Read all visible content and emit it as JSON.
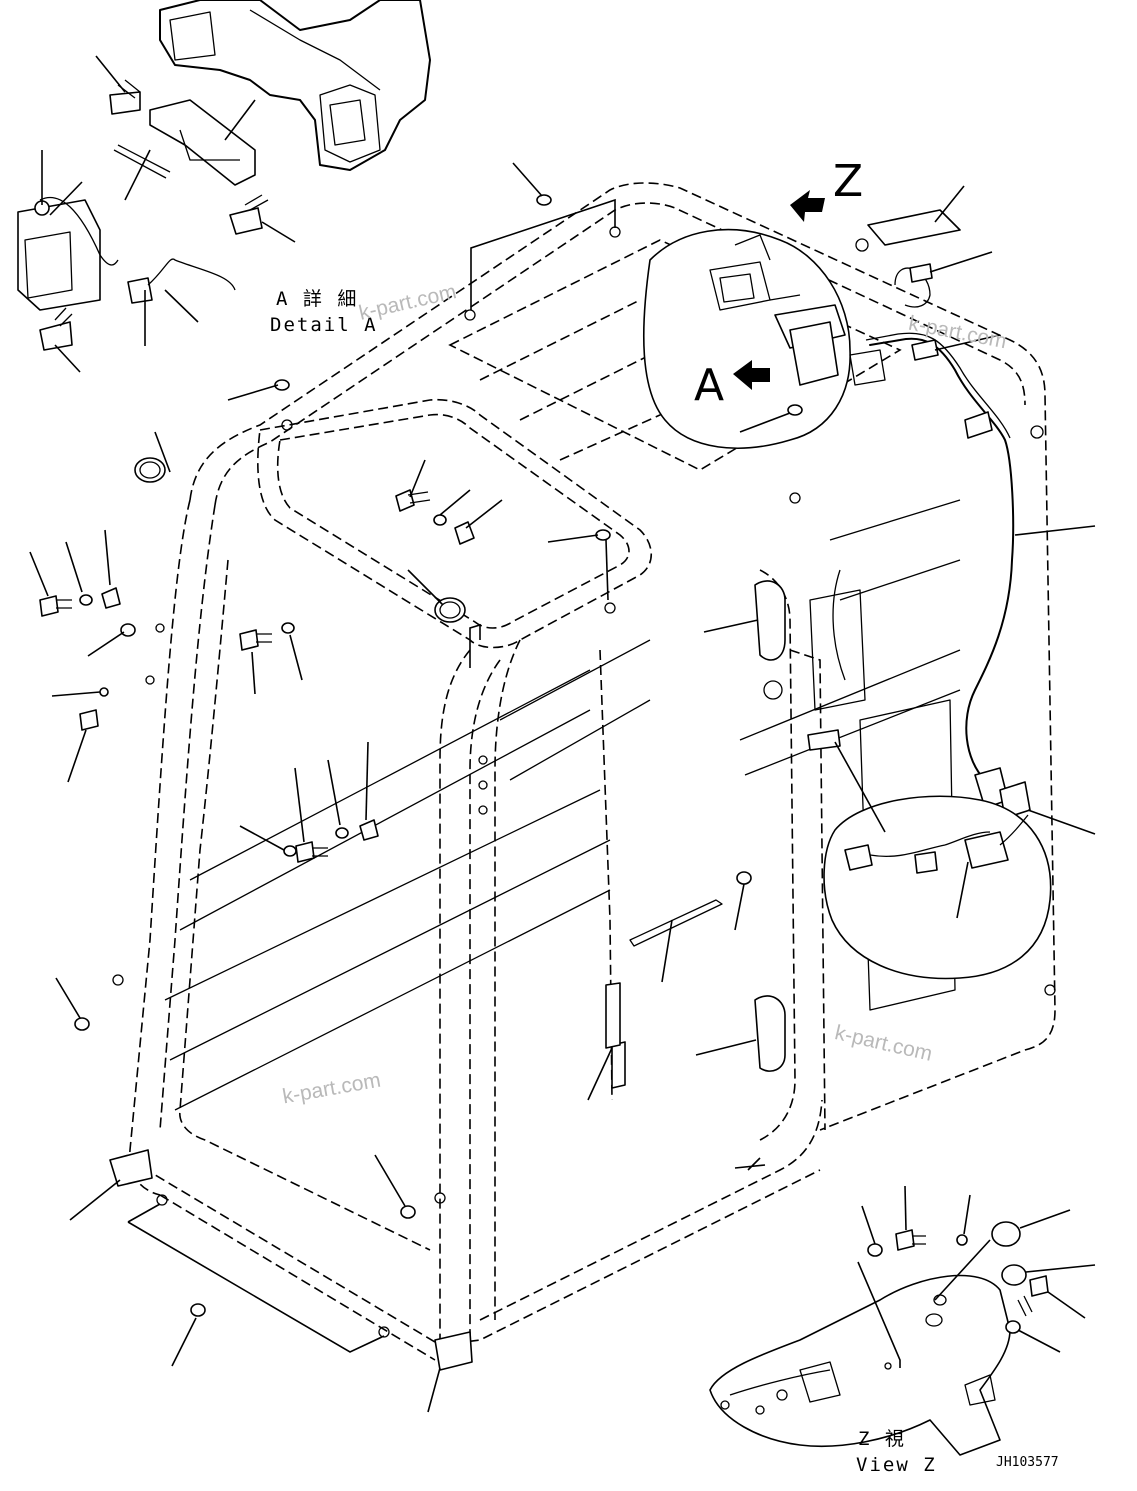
{
  "labels": {
    "detail_a_jp": "A 詳 細",
    "detail_a_en": "Detail A",
    "view_z_jp": "Z  視",
    "view_z_en": "View Z",
    "arrow_z": "Z",
    "arrow_a": "A",
    "drawing_code": "JH103577"
  },
  "watermark": "k-part.com",
  "colors": {
    "line": "#000000",
    "watermark": "#b9b9b9",
    "background": "#ffffff"
  }
}
